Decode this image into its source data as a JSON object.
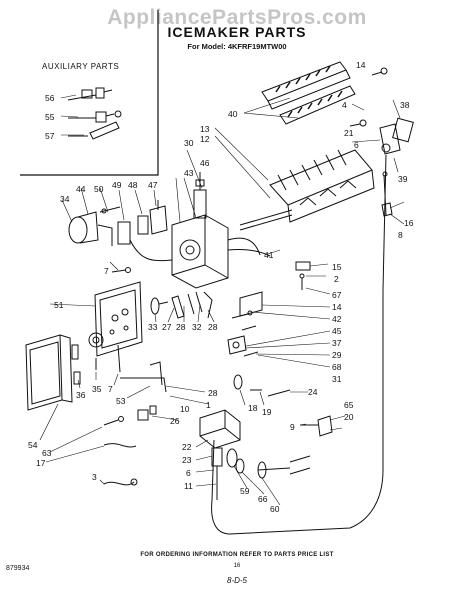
{
  "watermark": "AppliancePartsPros.com",
  "title": "ICEMAKER PARTS",
  "subtitle": "For Model: 4KFRF19MTW00",
  "auxiliary_label": "AUXILIARY PARTS",
  "footer_note": "FOR ORDERING INFORMATION REFER TO PARTS PRICE LIST",
  "page_number": "16",
  "doc_number": "879934",
  "date_mark": "8-D-5",
  "callouts": {
    "c56": "56",
    "c55": "55",
    "c57": "57",
    "c14a": "14",
    "c40": "40",
    "c38": "38",
    "c13": "13",
    "c12": "12",
    "c4": "4",
    "c21": "21",
    "c6a": "6",
    "c30": "30",
    "c46": "46",
    "c43": "43",
    "c39": "39",
    "c44": "44",
    "c50": "50",
    "c49": "49",
    "c48": "48",
    "c47": "47",
    "c34": "34",
    "c16": "16",
    "c8": "8",
    "c7a": "7",
    "c41": "41",
    "c15": "15",
    "c2": "2",
    "c51": "51",
    "c67": "67",
    "c14b": "14",
    "c42": "42",
    "c45": "45",
    "c33": "33",
    "c27": "27",
    "c32": "32",
    "c28a": "28",
    "c37": "37",
    "c29": "29",
    "c68": "68",
    "c31": "31",
    "c36": "36",
    "c35": "35",
    "c7b": "7",
    "c53": "53",
    "c28b": "28",
    "c1": "1",
    "c24": "24",
    "c18": "18",
    "c19": "19",
    "c65": "65",
    "c20": "20",
    "c10": "10",
    "c26": "26",
    "c9": "9",
    "c54": "54",
    "c63": "63",
    "c17": "17",
    "c22": "22",
    "c23": "23",
    "c6b": "6",
    "c11": "11",
    "c3": "3",
    "c59": "59",
    "c66": "66",
    "c60": "60"
  }
}
